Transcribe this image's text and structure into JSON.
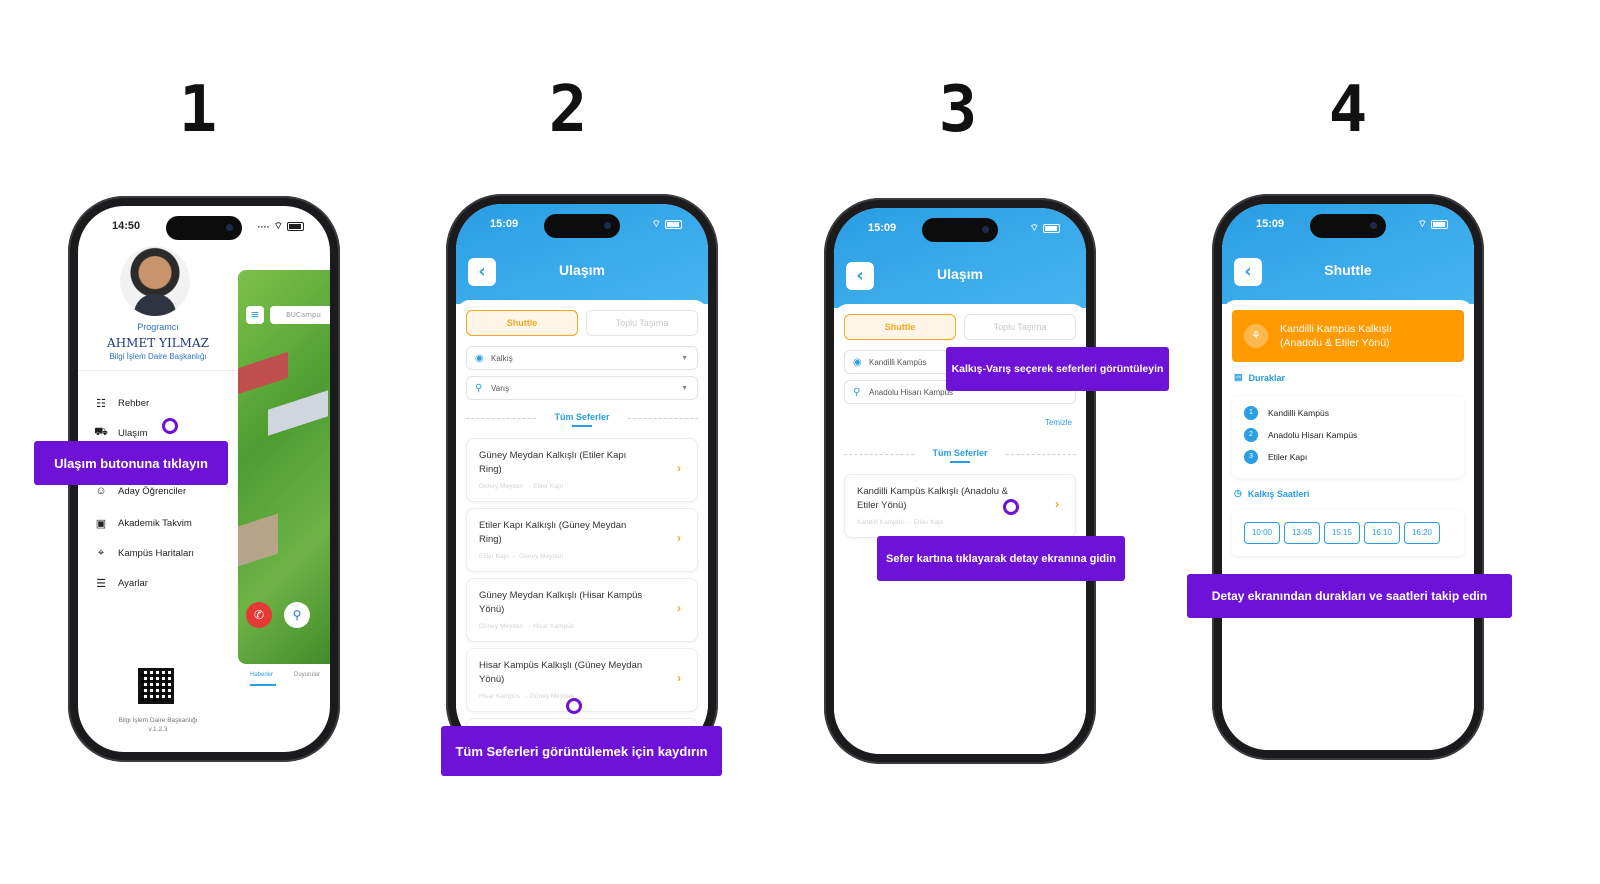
{
  "steps": [
    "1",
    "2",
    "3",
    "4"
  ],
  "phone1": {
    "time": "14:50",
    "role": "Programcı",
    "name": "AHMET YILMAZ",
    "department": "Bilgi İşlem Daire Başkanlığı",
    "menu": [
      "Rehber",
      "Ulaşım",
      "Aday Öğrenciler",
      "Akademik Takvim",
      "Kampüs Haritaları",
      "Ayarlar"
    ],
    "map_search_placeholder": "BUCampu",
    "map_tabs": [
      "Haberler",
      "Duyurular"
    ],
    "footer_line1": "Bilgi İşlem Daire Başkanlığı",
    "footer_line2": "v.1.2.3",
    "callout": "Ulaşım butonuna tıklayın"
  },
  "phone2": {
    "time": "15:09",
    "title": "Ulaşım",
    "tabs": [
      "Shuttle",
      "Toplu Taşıma"
    ],
    "from_placeholder": "Kalkış",
    "to_placeholder": "Varış",
    "section": "Tüm Seferler",
    "cards": [
      {
        "title": "Güney Meydan Kalkışlı (Etiler Kapı Ring)",
        "route": "Güney Meydan → Etiler Kapı"
      },
      {
        "title": "Etiler Kapı Kalkışlı (Güney Meydan Ring)",
        "route": "Etiler Kapı → Güney Meydan"
      },
      {
        "title": "Güney Meydan Kalkışlı (Hisar Kampüs Yönü)",
        "route": "Güney Meydan → Hisar Kampüs"
      },
      {
        "title": "Hisar Kampüs Kalkışlı (Güney Meydan Yönü)",
        "route": "Hisar Kampüs → Güney Meydan"
      }
    ],
    "callout": "Tüm Seferleri görüntülemek için kaydırın"
  },
  "phone3": {
    "time": "15:09",
    "title": "Ulaşım",
    "tabs": [
      "Shuttle",
      "Toplu Taşıma"
    ],
    "from_value": "Kandilli Kampüs",
    "to_value": "Anadolu Hisarı Kampüs",
    "clear": "Temizle",
    "section": "Tüm Seferler",
    "card": {
      "title": "Kandilli Kampüs Kalkışlı (Anadolu & Etiler Yönü)",
      "route": "Kandilli Kampüs → Etiler Kapı"
    },
    "callout_top": "Kalkış-Varış seçerek seferleri görüntüleyin",
    "callout_bottom": "Sefer kartına tıklayarak detay ekranına gidin"
  },
  "phone4": {
    "time": "15:09",
    "title": "Shuttle",
    "route_title": "Kandilli Kampüs Kalkışlı (Anadolu & Etiler Yönü)",
    "stops_label": "Duraklar",
    "stops": [
      "Kandilli Kampüs",
      "Anadolu Hisarı Kampüs",
      "Etiler Kapı"
    ],
    "times_label": "Kalkış Saatleri",
    "times": [
      "10:00",
      "13:45",
      "15:15",
      "16:10",
      "16:20"
    ],
    "callout": "Detay ekranından durakları ve saatleri takip edin"
  },
  "colors": {
    "accent": "#2a9ee4",
    "callout": "#6f12d8",
    "orange": "#ff9a00"
  }
}
